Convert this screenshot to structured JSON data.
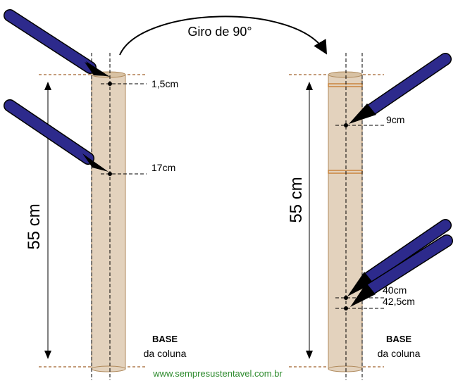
{
  "rotation_label": "Giro de 90°",
  "left_column": {
    "height_label": "55 cm",
    "mark_1_label": "1,5cm",
    "mark_2_label": "17cm",
    "base_line1": "BASE",
    "base_line2": "da coluna"
  },
  "right_column": {
    "height_label": "55 cm",
    "mark_1_label": "9cm",
    "mark_2_label": "40cm",
    "mark_3_label": "42,5cm",
    "base_line1": "BASE",
    "base_line2": "da coluna"
  },
  "website": "www.sempresustentavel.com.br",
  "colors": {
    "column_fill": "#e3d2bd",
    "column_stroke": "#b08a5c",
    "guide_line": "#a0602a",
    "pencil": "#2d2a8c",
    "band": "#c9853e",
    "website_text": "#2e8b2e"
  }
}
